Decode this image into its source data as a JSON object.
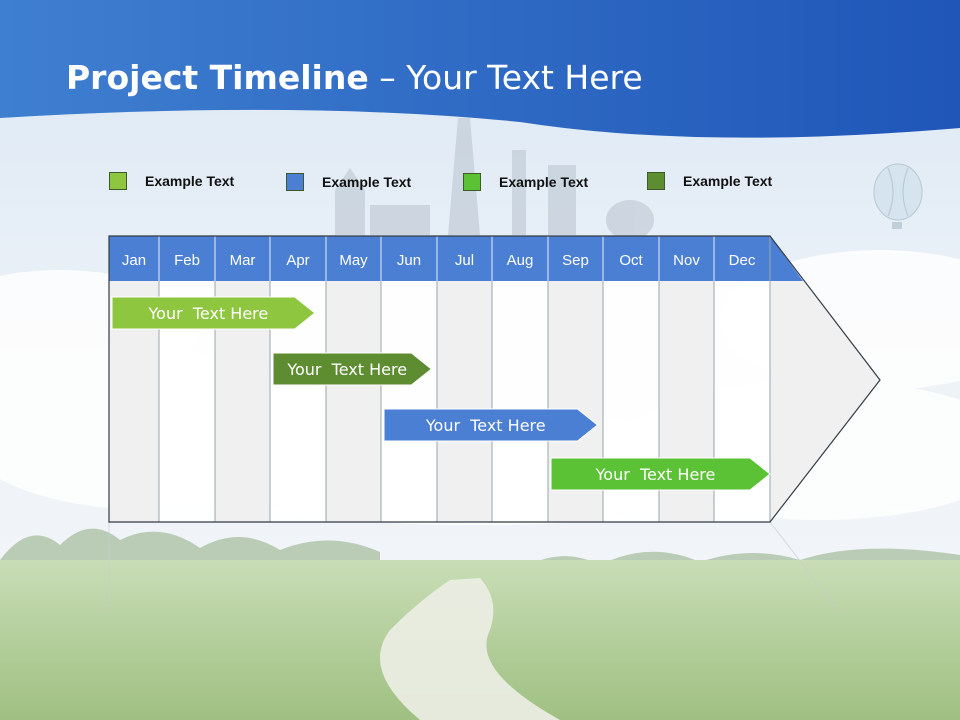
{
  "title": {
    "bold": "Project Timeline",
    "rest": " – Your Text Here"
  },
  "legend": [
    {
      "label": "Example Text",
      "color": "#8ec63f"
    },
    {
      "label": "Example Text",
      "color": "#4a7fd4"
    },
    {
      "label": "Example Text",
      "color": "#5bc236"
    },
    {
      "label": "Example Text",
      "color": "#5e8c31"
    }
  ],
  "months": [
    "Jan",
    "Feb",
    "Mar",
    "Apr",
    "May",
    "Jun",
    "Jul",
    "Aug",
    "Sep",
    "Oct",
    "Nov",
    "Dec"
  ],
  "bars": [
    {
      "label": "Your  Text Here",
      "start": 0.0,
      "end": 3.8,
      "color": "#8ec63f"
    },
    {
      "label": "Your  Text Here",
      "start": 3.0,
      "end": 5.9,
      "color": "#5e8c31"
    },
    {
      "label": "Your  Text Here",
      "start": 5.0,
      "end": 8.9,
      "color": "#4a7fd4"
    },
    {
      "label": "Your  Text Here",
      "start": 8.0,
      "end": 12.0,
      "color": "#5bc236"
    }
  ],
  "colors": {
    "header": "#4a7fd4",
    "sky": "#2763c4",
    "grass": "#a9c98a"
  }
}
